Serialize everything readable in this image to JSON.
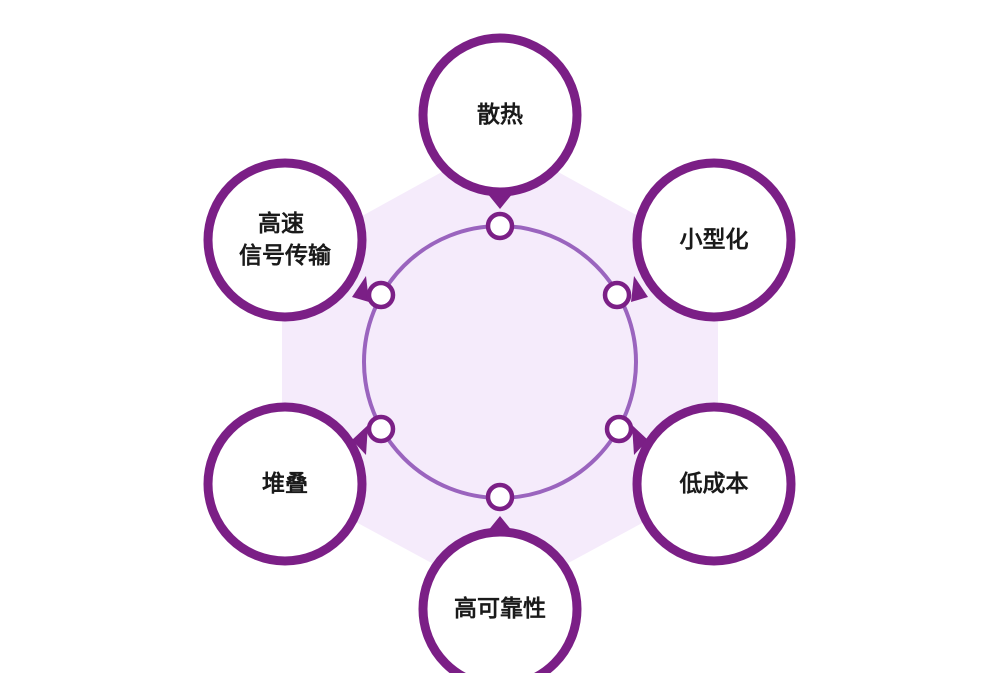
{
  "colors": {
    "ring_stroke": "#7b1f86",
    "inner_ring": "#9a64be",
    "halo_fill": "#f5ebfb",
    "connector_dot": "#7b1f86",
    "node_fill": "#ffffff"
  },
  "nodes": [
    {
      "id": "heat",
      "lines": [
        "散热"
      ]
    },
    {
      "id": "miniaturization",
      "lines": [
        "小型化"
      ]
    },
    {
      "id": "low-cost",
      "lines": [
        "低成本"
      ]
    },
    {
      "id": "reliability",
      "lines": [
        "高可靠性"
      ]
    },
    {
      "id": "stacking",
      "lines": [
        "堆叠"
      ]
    },
    {
      "id": "signal",
      "lines": [
        "高速",
        "信号传输"
      ]
    }
  ]
}
